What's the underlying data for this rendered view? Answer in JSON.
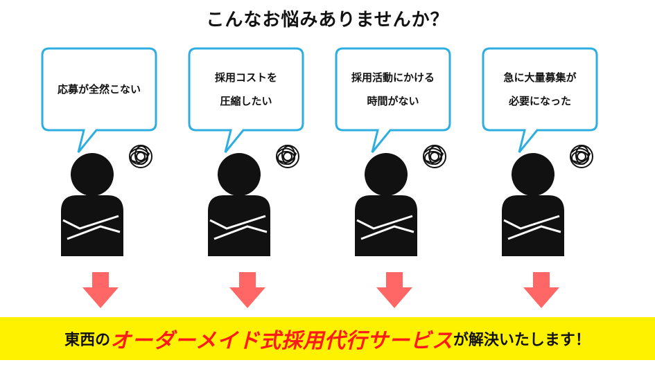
{
  "headline": "こんなお悩みありませんか？",
  "worries": [
    {
      "line1": "応募が全然こない",
      "line2": ""
    },
    {
      "line1": "採用コストを",
      "line2": "圧縮したい"
    },
    {
      "line1": "採用活動にかける",
      "line2": "時間がない"
    },
    {
      "line1": "急に大量募集が",
      "line2": "必要になった"
    }
  ],
  "banner": {
    "prefix": "東西の",
    "highlight": "オーダーメイド式採用代行サービス",
    "suffix": "が解決いたします！"
  },
  "colors": {
    "bubble_border": "#2eaee0",
    "arrow": "#ff6666",
    "banner_bg": "#fff200",
    "highlight_text": "#ff1a1a"
  },
  "icons": [
    "speech-bubble-icon",
    "worried-person-icon",
    "scribble-thought-icon",
    "arrow-down-icon"
  ]
}
